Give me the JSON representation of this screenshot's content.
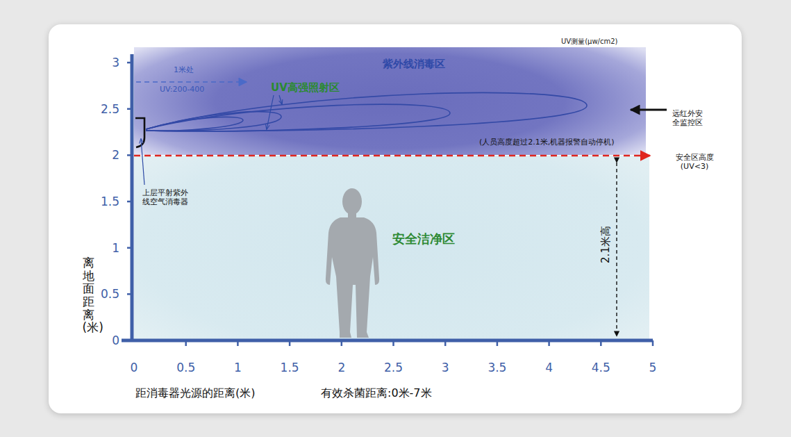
{
  "diagram": {
    "nodes": [
      {
        "text": [
          "紫外线消毒区"
        ]
      },
      {
        "text": [
          "安全洁净区"
        ]
      }
    ],
    "labels": [
      "UV测量(μw/cm2)",
      "1米处",
      "UV:200-400",
      "UV高强照射区",
      "远红外安全监控区",
      "(人员高度超过2.1米,机器报警自动停机)",
      "安全区高度 (UV<3)",
      "上层平射紫外线空气消毒器",
      "2.1米高",
      "离地面距离(米)",
      "3",
      "2.5",
      "2",
      "1.5",
      "1",
      "0.5",
      "0",
      "0",
      "0.5",
      "1",
      "1.5",
      "2",
      "2.5",
      "3",
      "3.5",
      "4",
      "4.5",
      "5",
      "距消毒器光源的距离(米)",
      "有效杀菌距离:0米-7米"
    ]
  }
}
